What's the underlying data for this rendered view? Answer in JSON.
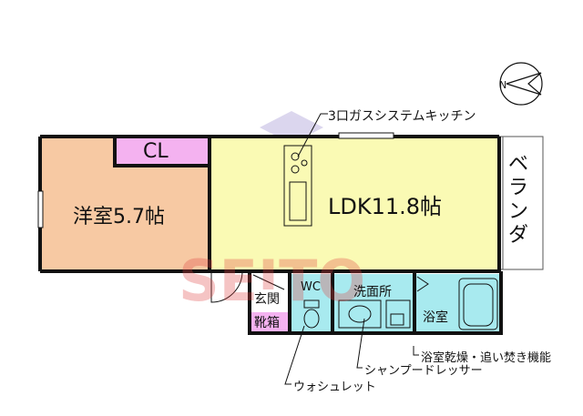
{
  "floor_plan": {
    "rooms": {
      "western_room": "洋室5.7帖",
      "closet": "CL",
      "ldk": "LDK11.8帖",
      "veranda": "ベランダ",
      "entrance": "玄関",
      "shoe_box": "靴箱",
      "toilet": "WC",
      "washroom": "洗面所",
      "bathroom": "浴室"
    },
    "callouts": {
      "kitchen": "3口ガスシステムキッチン",
      "bath_dryer": "浴室乾燥・追い焚き機能",
      "shampoo_dresser": "シャンプードレッサー",
      "washlet": "ウォシュレット"
    },
    "watermark": "SEITO",
    "compass": "N",
    "colors": {
      "western_room": "#f7c9a3",
      "closet": "#f4b2f0",
      "ldk": "#fafab4",
      "wet_area": "#a8eaef",
      "shoe_box": "#f4b2f0",
      "wall": "#111111",
      "watermark": "#e04040"
    }
  }
}
